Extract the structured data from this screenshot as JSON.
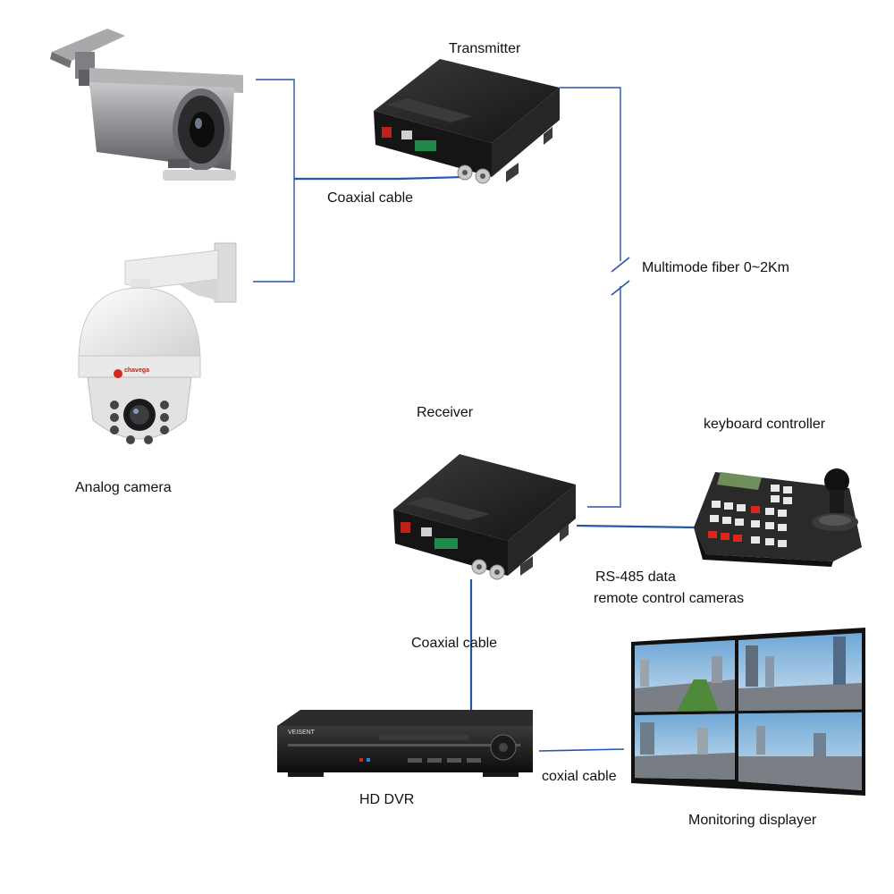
{
  "labels": {
    "transmitter": "Transmitter",
    "receiver": "Receiver",
    "analog_camera": "Analog camera",
    "coax_top": "Coaxial cable",
    "fiber": "Multimode fiber 0~2Km",
    "keyboard": "keyboard controller",
    "rs485_line1": "RS-485 data",
    "rs485_line2": "remote  control cameras",
    "coax_mid": "Coaxial cable",
    "hd_dvr": "HD DVR",
    "coax_bottom": "coxial cable",
    "monitor": "Monitoring displayer"
  },
  "brand": {
    "dome_logo": "chavega",
    "dvr_logo": "VEISENT"
  },
  "colors": {
    "cable": "#2457a8",
    "device_body": "#1c1c1c",
    "camera_grey": "#8a8c8e",
    "dome_white": "#f1f1f1",
    "keypad_red": "#d8281c",
    "port_red": "#c0201a"
  },
  "icons": {
    "bullet_camera": "bullet-camera-icon",
    "dome_camera": "ptz-dome-camera-icon",
    "transmitter": "fiber-transmitter-icon",
    "receiver": "fiber-receiver-icon",
    "keyboard": "ptz-keyboard-controller-icon",
    "dvr": "hd-dvr-icon",
    "monitor": "video-wall-monitor-icon"
  }
}
